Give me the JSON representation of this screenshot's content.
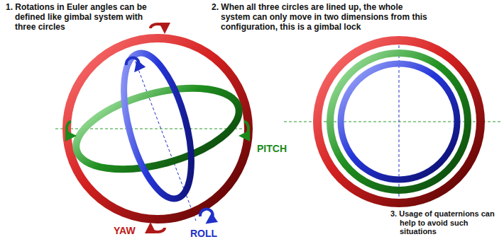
{
  "diagram": {
    "labels": [
      "1. Rotations in Euler angles can be defined like gimbal system with three circles",
      "2. When all three circles are lined up, the whole system can only move in two dimensions from this configuration, this is a gimbal lock",
      "PITCH",
      "YAW",
      "ROLL",
      "3. Usage of quaternions can help to avoid such situations"
    ]
  }
}
